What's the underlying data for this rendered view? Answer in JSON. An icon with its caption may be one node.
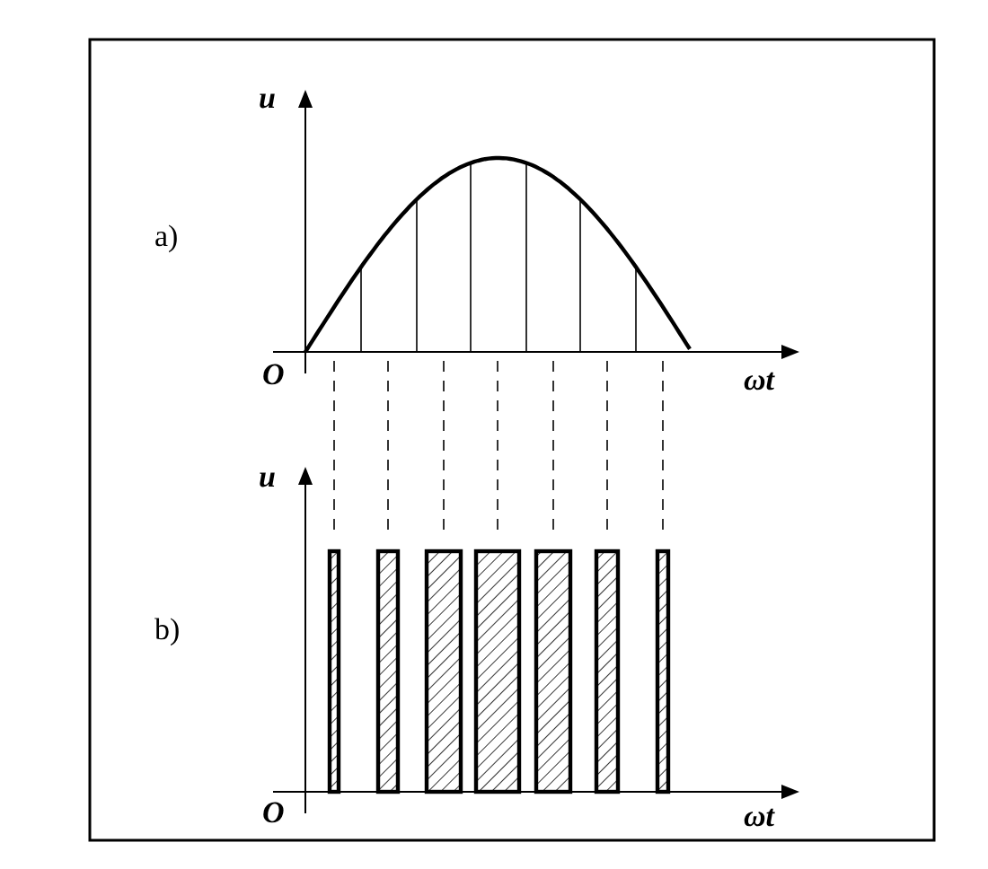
{
  "diagram": {
    "labels": [
      "u",
      "a)",
      "O",
      "ωt",
      "u",
      "b)",
      "O",
      "ωt"
    ]
  }
}
